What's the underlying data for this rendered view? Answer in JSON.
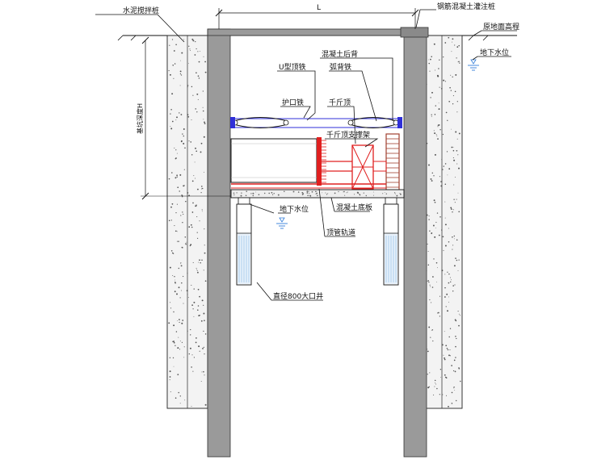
{
  "labels": {
    "cement_pile": "水泥搅拌桩",
    "dim_L": "L",
    "rc_pile": "钢筋混凝土灌注桩",
    "ground_elev": "原地面高程",
    "groundwater_right": "地下水位",
    "rc_backwall": "混凝土后背",
    "u_jack": "U型顶铁",
    "arc_iron": "弧背铁",
    "depth_H": "基坑深度H",
    "collar_iron": "护口铁",
    "jack": "千斤顶",
    "jack_frame": "千斤顶支撑架",
    "groundwater_mid": "地下水位",
    "rc_base": "混凝土底板",
    "pipe_track": "顶管轨道",
    "well": "直径800大口井"
  },
  "colors": {
    "pile_fill": "#9a9a9a",
    "soil_fill": "#f3f3f3",
    "beam_blue": "#2f2fd8",
    "red_steel": "#e02020",
    "brick": "#a04030",
    "water_blue": "#6fa8dc"
  }
}
